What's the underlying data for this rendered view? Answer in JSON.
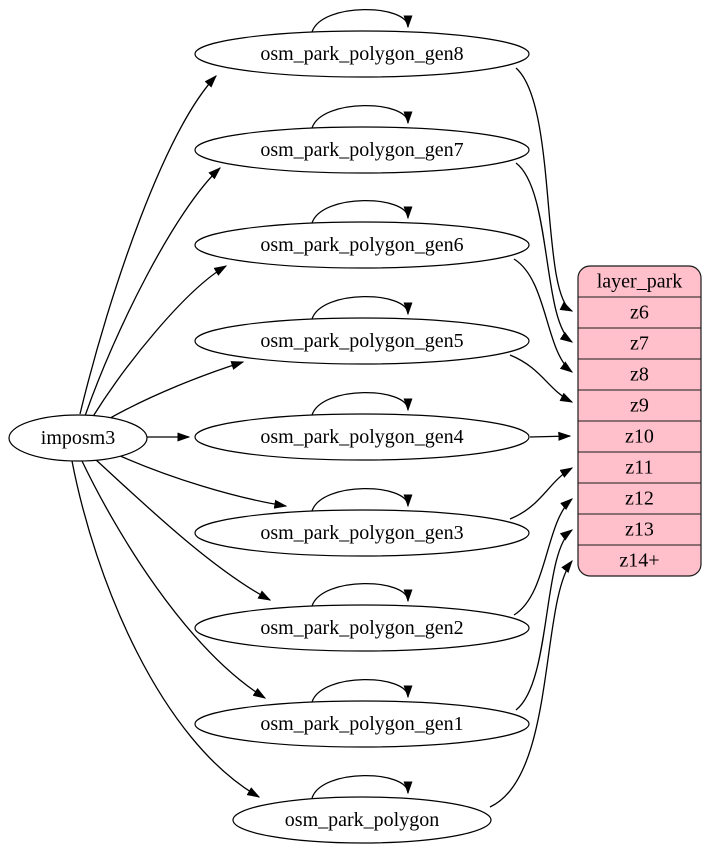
{
  "diagram": {
    "source": {
      "label": "imposm3"
    },
    "tables": [
      {
        "label": "osm_park_polygon_gen8",
        "target": "z6"
      },
      {
        "label": "osm_park_polygon_gen7",
        "target": "z7"
      },
      {
        "label": "osm_park_polygon_gen6",
        "target": "z8"
      },
      {
        "label": "osm_park_polygon_gen5",
        "target": "z9"
      },
      {
        "label": "osm_park_polygon_gen4",
        "target": "z10"
      },
      {
        "label": "osm_park_polygon_gen3",
        "target": "z11"
      },
      {
        "label": "osm_park_polygon_gen2",
        "target": "z12"
      },
      {
        "label": "osm_park_polygon_gen1",
        "target": "z13"
      },
      {
        "label": "osm_park_polygon",
        "target": "z14+"
      }
    ],
    "layer": {
      "title": "layer_park",
      "rows": [
        "z6",
        "z7",
        "z8",
        "z9",
        "z10",
        "z11",
        "z12",
        "z13",
        "z14+"
      ],
      "fill": "#ffc0cb",
      "stroke": "#1a1a1a"
    },
    "colors": {
      "edge": "#000000",
      "node_fill": "#ffffff",
      "node_stroke": "#000000",
      "text": "#000000"
    }
  }
}
